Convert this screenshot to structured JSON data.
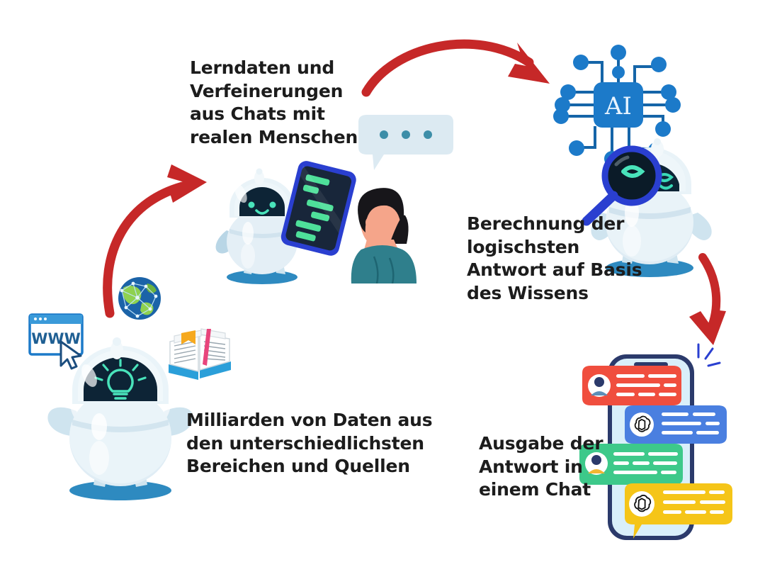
{
  "diagram": {
    "title_implicit": "Funktionsweise einer KI / ChatGPT",
    "background_color": "#ffffff",
    "text_color": "#1c1c1c",
    "arrow_color": "#c62828"
  },
  "labels": {
    "learning": "Lerndaten und\nVerfeinerungen\naus Chats mit\nrealen Menschen",
    "calculation": "Berechnung der\nlogischsten\nAntwort auf Basis\ndes Wissens",
    "data": "Milliarden von Daten aus\nden unterschiedlichsten\nBereichen und Quellen",
    "output": "Ausgabe der\nAntwort in\neinem Chat"
  },
  "icons": {
    "ai_chip_label": "AI",
    "browser_label": "WWW",
    "chip_color": "#1c7ac9",
    "chip_dark": "#1565a8"
  },
  "arrows": [
    {
      "name": "arrow-data-to-learning",
      "direction": "up-right",
      "color": "#c62828"
    },
    {
      "name": "arrow-learning-to-ai",
      "direction": "right-down",
      "color": "#c62828"
    },
    {
      "name": "arrow-ai-to-output",
      "direction": "down",
      "color": "#c62828"
    }
  ],
  "phone_chat": {
    "bubbles": [
      {
        "name": "bubble-user-red",
        "sender": "user",
        "color": "#f04e3e",
        "lines": 3
      },
      {
        "name": "bubble-ai-blue",
        "sender": "openai",
        "color": "#4a7fe0",
        "lines": 3
      },
      {
        "name": "bubble-user-green",
        "sender": "user",
        "color": "#3dc98a",
        "lines": 3
      },
      {
        "name": "bubble-ai-yellow",
        "sender": "openai",
        "color": "#f5c518",
        "lines": 3
      }
    ],
    "phone_frame_color": "#2b3a6b",
    "phone_screen_color": "#d9effa"
  },
  "robots": [
    {
      "name": "robot-knowledge",
      "face": "lightbulb-icon",
      "pose": "arms-up",
      "body_color": "#dceaf2"
    },
    {
      "name": "robot-tablet",
      "face": "smile",
      "holds": "tablet-icon",
      "body_color": "#e3eef6"
    },
    {
      "name": "robot-search",
      "face": "smile",
      "holds": "magnifier-icon",
      "body_color": "#dceaf2"
    }
  ],
  "human": {
    "name": "person-chatting",
    "hair_color": "#17161a",
    "skin_color": "#f5a58a",
    "shirt_color": "#2f7f8c"
  },
  "speech_bubble": {
    "name": "speech-bubble-dots",
    "dots": 3,
    "color": "#dceaf2",
    "dot_color": "#3d8ea8"
  },
  "sources": [
    {
      "name": "browser-www-icon",
      "label": "WWW"
    },
    {
      "name": "globe-network-icon"
    },
    {
      "name": "open-book-icon"
    }
  ]
}
